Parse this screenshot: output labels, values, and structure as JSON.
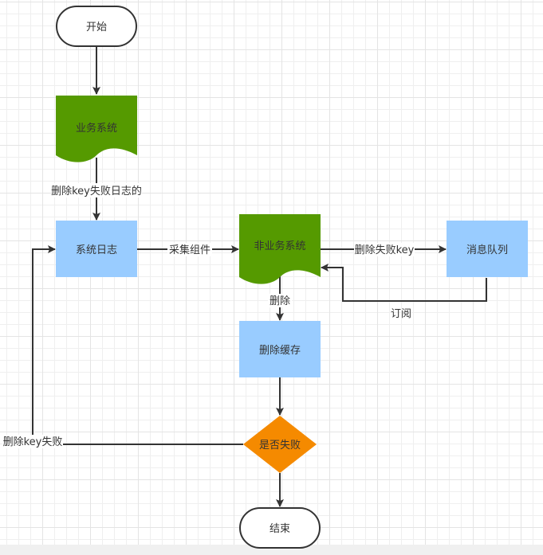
{
  "nodes": {
    "start": {
      "label": "开始",
      "shape": "terminator"
    },
    "business_system": {
      "label": "业务系统",
      "shape": "document",
      "color": "#559a00"
    },
    "system_log": {
      "label": "系统日志",
      "shape": "process",
      "color": "#99ccff"
    },
    "non_business_system": {
      "label": "非业务系统",
      "shape": "document",
      "color": "#559a00"
    },
    "message_queue": {
      "label": "消息队列",
      "shape": "process",
      "color": "#99ccff"
    },
    "delete_cache": {
      "label": "删除缓存",
      "shape": "process",
      "color": "#99ccff"
    },
    "is_failed": {
      "label": "是否失败",
      "shape": "decision",
      "color": "#f58a00"
    },
    "end": {
      "label": "结束",
      "shape": "terminator"
    }
  },
  "edges": {
    "start_to_business": {
      "label": ""
    },
    "business_to_log": {
      "label": "删除key失败日志的"
    },
    "log_to_nonbusiness": {
      "label": "采集组件"
    },
    "nonbusiness_to_queue": {
      "label": "删除失败key"
    },
    "queue_to_nonbusiness": {
      "label": "订阅"
    },
    "nonbusiness_to_cache": {
      "label": "删除"
    },
    "cache_to_decision": {
      "label": ""
    },
    "decision_to_log": {
      "label": "删除key失败"
    },
    "decision_to_end": {
      "label": ""
    }
  },
  "colors": {
    "edge": "#333333",
    "border": "#333333"
  }
}
